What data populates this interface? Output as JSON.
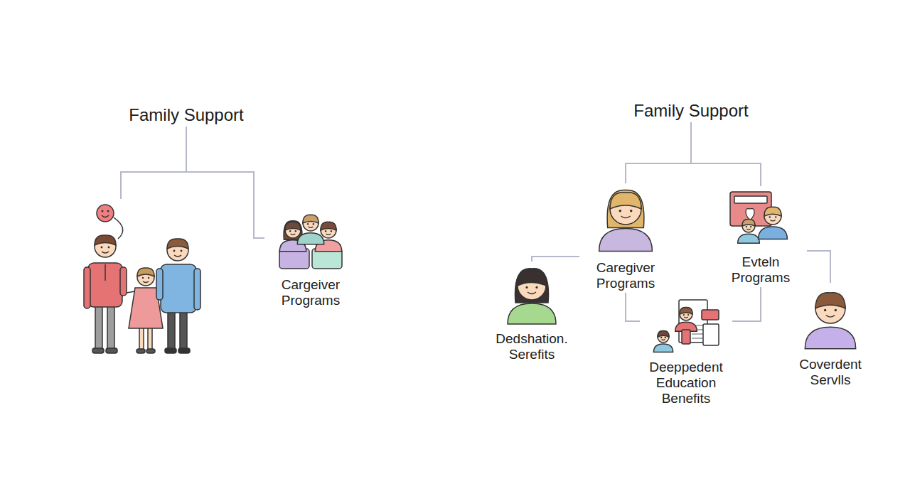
{
  "diagram": {
    "nodes": [
      {
        "text": [
          "Family Support"
        ]
      },
      {
        "text": [
          "Cargeiver Programs"
        ]
      },
      {
        "text": [
          "Family Support"
        ]
      },
      {
        "text": [
          "Caregiver Programs"
        ]
      },
      {
        "text": [
          "Evteln Programs"
        ]
      },
      {
        "text": [
          "Dedshation. Serefits"
        ]
      },
      {
        "text": [
          "Deeppedent Education Benefits"
        ]
      },
      {
        "text": [
          "Coverdent Servlls"
        ]
      }
    ],
    "edges": [
      {
        "from": 0,
        "to": 1,
        "arrow": "none"
      },
      {
        "from": 2,
        "to": 3,
        "arrow": "none"
      },
      {
        "from": 2,
        "to": 4,
        "arrow": "none"
      },
      {
        "from": 3,
        "to": 5,
        "arrow": "none"
      },
      {
        "from": 4,
        "to": 7,
        "arrow": "none"
      },
      {
        "from": 3,
        "to": 6,
        "arrow": "none"
      },
      {
        "from": 4,
        "to": 6,
        "arrow": "none"
      }
    ]
  }
}
